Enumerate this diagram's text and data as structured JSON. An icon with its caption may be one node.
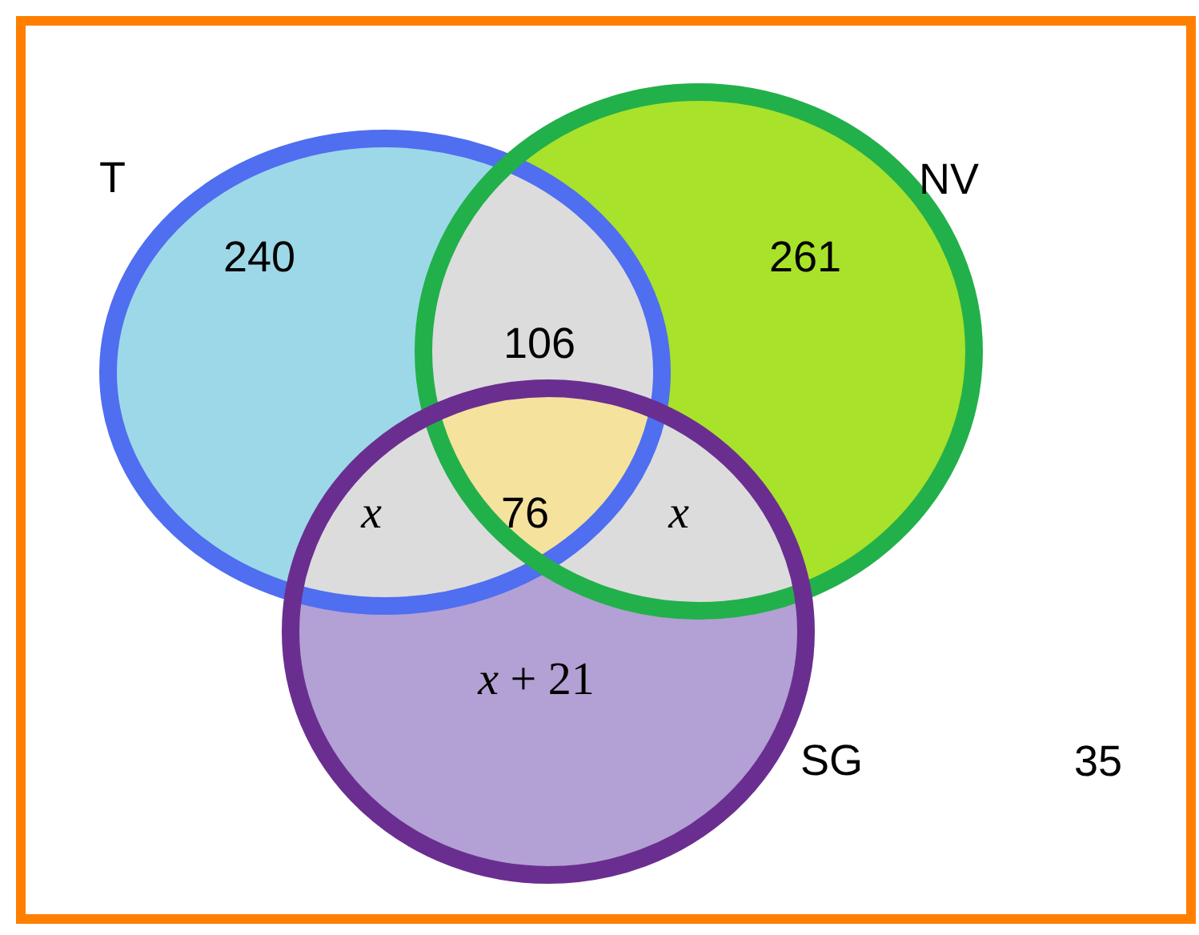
{
  "diagram": {
    "nodes": [
      {
        "text": [],
        "shape": "box"
      },
      {
        "text": [
          "T"
        ],
        "in": 0
      },
      {
        "text": [
          "NV"
        ],
        "in": 0
      },
      {
        "text": [
          "SG"
        ],
        "in": 0
      }
    ],
    "labels": [
      "240",
      "261",
      "106",
      "x",
      "76",
      "x",
      "*x* + 21",
      "35"
    ]
  }
}
